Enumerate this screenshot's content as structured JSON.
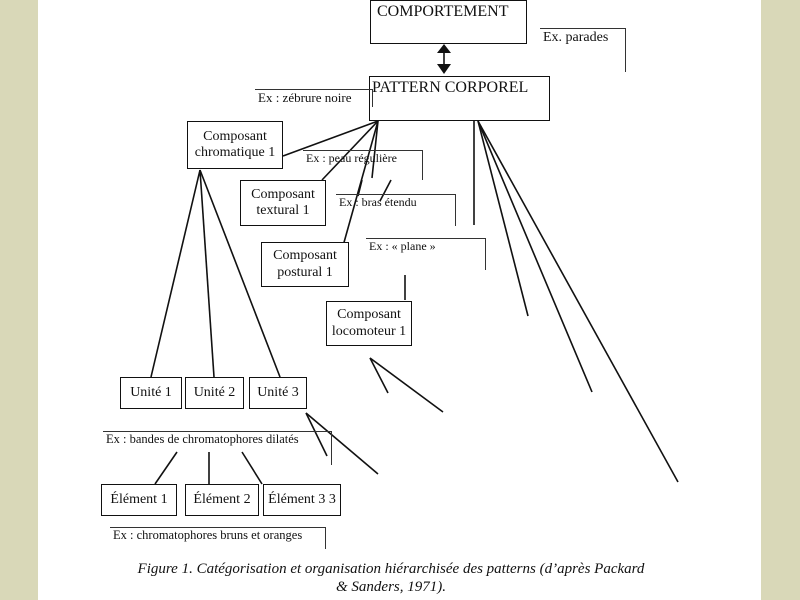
{
  "diagram": {
    "nodes": {
      "comportement": "COMPORTEMENT",
      "pattern_corporel": "PATTERN CORPOREL",
      "composant_chromatique": "Composant chromatique 1",
      "composant_textural": "Composant textural 1",
      "composant_postural": "Composant postural 1",
      "composant_locomoteur": "Composant locomoteur 1",
      "unite_1": "Unité 1",
      "unite_2": "Unité 2",
      "unite_3": "Unité 3",
      "element_1": "Élément 1",
      "element_2": "Élément 2",
      "element_3": "Élément 3 3"
    },
    "examples": {
      "parades": "Ex. parades",
      "zebrure": "Ex : zébrure noire",
      "peau": "Ex : peau régulière",
      "bras": "Ex : bras étendu",
      "plane": "Ex : « plane »",
      "bandes": "Ex : bandes de chromatophores  dilatés",
      "chromatophores": "Ex : chromatophores bruns et oranges"
    }
  },
  "caption": {
    "line1": "Figure 1. Catégorisation et organisation hiérarchisée des patterns (d’après Packard",
    "line2": "& Sanders, 1971)."
  },
  "colors": {
    "page_background": "#ffffff",
    "side_background": "#d9d8b8",
    "line": "#111111"
  }
}
